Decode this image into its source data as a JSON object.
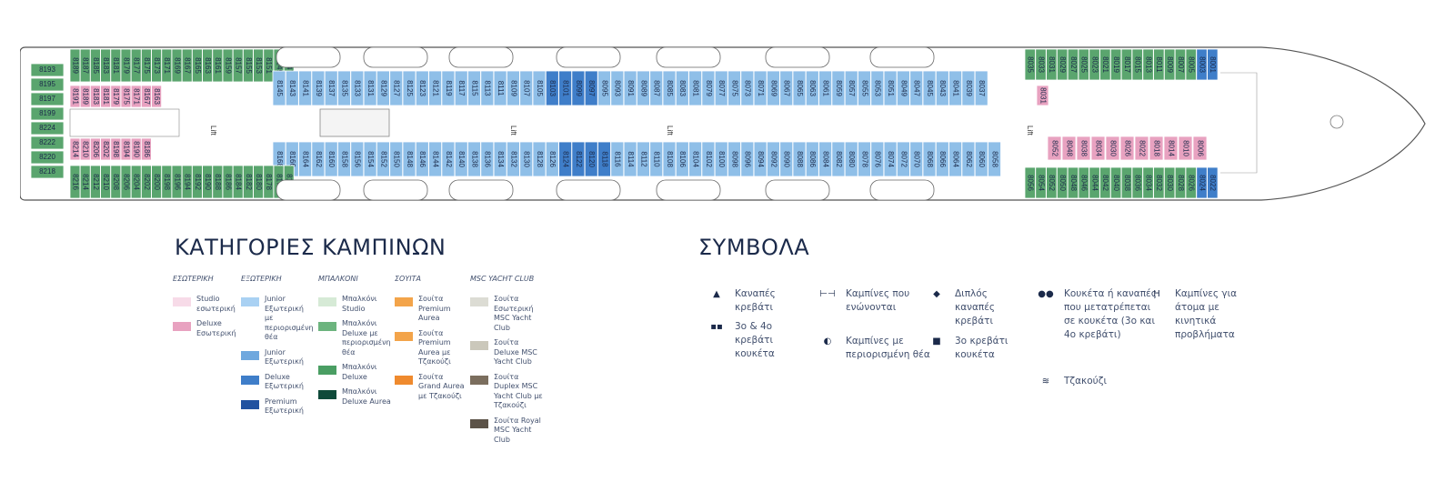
{
  "deck": {
    "top_cabins": [
      "8189",
      "8187",
      "8185",
      "8183",
      "8181",
      "8179",
      "8177",
      "8175",
      "8173",
      "8171",
      "8169",
      "8167",
      "8165",
      "8163",
      "8161",
      "8159",
      "8157",
      "8155",
      "8153",
      "8151",
      "8149",
      "8147"
    ],
    "top_row2": [
      "8145",
      "8143",
      "8141",
      "8139",
      "8137",
      "8135",
      "8133",
      "8131",
      "8129",
      "8127",
      "8125",
      "8123",
      "8121",
      "8119",
      "8117",
      "8115",
      "8113",
      "8111",
      "8109",
      "8107",
      "8105",
      "8103",
      "8101",
      "8099",
      "8097",
      "8095",
      "8093",
      "8091",
      "8089",
      "8087",
      "8085",
      "8083",
      "8081",
      "8079",
      "8077",
      "8075",
      "8073",
      "8071",
      "8069",
      "8067",
      "8065",
      "8063",
      "8061",
      "8059",
      "8057",
      "8055",
      "8053",
      "8051",
      "8049",
      "8047",
      "8045",
      "8043",
      "8041",
      "8039",
      "8037"
    ],
    "bottom_row2": [
      "8168",
      "8166",
      "8164",
      "8162",
      "8160",
      "8158",
      "8156",
      "8154",
      "8152",
      "8150",
      "8148",
      "8146",
      "8144",
      "8142",
      "8140",
      "8138",
      "8136",
      "8134",
      "8132",
      "8130",
      "8128",
      "8126",
      "8124",
      "8122",
      "8120",
      "8118",
      "8116",
      "8114",
      "8112",
      "8110",
      "8108",
      "8106",
      "8104",
      "8102",
      "8100",
      "8098",
      "8096",
      "8094",
      "8092",
      "8090",
      "8088",
      "8086",
      "8084",
      "8082",
      "8080",
      "8078",
      "8076",
      "8074",
      "8072",
      "8070",
      "8068",
      "8066",
      "8064",
      "8062",
      "8060",
      "8058"
    ],
    "bottom_cabins": [
      "8216",
      "8214",
      "8212",
      "8210",
      "8208",
      "8206",
      "8204",
      "8202",
      "8200",
      "8198",
      "8196",
      "8194",
      "8192",
      "8190",
      "8188",
      "8186",
      "8184",
      "8182",
      "8180",
      "8178",
      "8176",
      "8174",
      "8172",
      "8170"
    ],
    "aft_side": [
      "8193",
      "8195",
      "8197",
      "8199",
      "8224",
      "8222",
      "8220",
      "8218"
    ],
    "fwd_top": [
      "8035",
      "8033",
      "8031",
      "8029",
      "8027",
      "8025",
      "8023",
      "8021",
      "8019",
      "8017",
      "8015",
      "8013",
      "8011",
      "8009",
      "8007",
      "8005",
      "8003",
      "8001"
    ],
    "fwd_bottom": [
      "8056",
      "8054",
      "8052",
      "8050",
      "8048",
      "8046",
      "8044",
      "8042",
      "8040",
      "8038",
      "8036",
      "8034",
      "8032",
      "8030",
      "8028",
      "8026",
      "8024",
      "8022",
      "8020",
      "8018",
      "8016",
      "8014",
      "8012",
      "8010",
      "8008",
      "8006",
      "8004",
      "8002"
    ],
    "lift_label": "Lift"
  },
  "categories": {
    "title": "ΚΑΤΗΓΟΡΙΕΣ ΚΑΜΠΙΝΩΝ",
    "columns": [
      {
        "head": "ΕΣΩΤΕΡΙΚΗ",
        "items": [
          {
            "label": "Studio εσωτερική",
            "color": "#f7dbe8"
          },
          {
            "label": "Deluxe Εσωτερική",
            "color": "#e8a2c0"
          }
        ]
      },
      {
        "head": "ΕΞΩΤΕΡΙΚΗ",
        "items": [
          {
            "label": "Junior Εξωτερική με περιορισμένη θέα",
            "color": "#a9d1f3"
          },
          {
            "label": "Junior Εξωτερική",
            "color": "#6fa8de"
          },
          {
            "label": "Deluxe Εξωτερική",
            "color": "#3f7ec9"
          },
          {
            "label": "Premium Εξωτερική",
            "color": "#2152a0"
          }
        ]
      },
      {
        "head": "ΜΠΑΛΚΟΝΙ",
        "items": [
          {
            "label": "Μπαλκόνι Studio",
            "color": "#d6ead6"
          },
          {
            "label": "Μπαλκόνι Deluxe με περιορισμένη θέα",
            "color": "#6cb47e"
          },
          {
            "label": "Μπαλκόνι Deluxe",
            "color": "#4a9e63"
          },
          {
            "label": "Μπαλκόνι Deluxe Aurea",
            "color": "#0f4a3a"
          }
        ]
      },
      {
        "head": "ΣΟΥΙΤΑ",
        "items": [
          {
            "label": "Σουίτα Premium Aurea",
            "color": "#f3a44a"
          },
          {
            "label": "Σουίτα Premium Aurea με Τζακούζι",
            "color": "#f3a44a"
          },
          {
            "label": "Σουίτα Grand Aurea με Τζακούζι",
            "color": "#ef8a2e"
          }
        ]
      },
      {
        "head": "MSC YACHT CLUB",
        "items": [
          {
            "label": "Σουίτα Εσωτερική MSC Yacht Club",
            "color": "#dcdcd4"
          },
          {
            "label": "Σουίτα Deluxe MSC Yacht Club",
            "color": "#cbc8bb"
          },
          {
            "label": "Σουίτα Duplex MSC Yacht Club με Τζακούζι",
            "color": "#7b6e5e"
          },
          {
            "label": "Σουίτα Royal MSC Yacht Club",
            "color": "#5c5348"
          }
        ]
      }
    ]
  },
  "symbols": {
    "title": "ΣΥΜΒΟΛΑ",
    "items": [
      {
        "icon": "▲",
        "label": "Καναπές κρεβάτι",
        "name": "sofa-bed-icon"
      },
      {
        "icon": "▪▪",
        "label": "3ο & 4ο κρεβάτι κουκέτα",
        "name": "third-fourth-bunk-icon"
      },
      {
        "icon": "⊢⊣",
        "label": "Καμπίνες που ενώνονται",
        "name": "connecting-cabins-icon"
      },
      {
        "icon": "◐",
        "label": "Καμπίνες με περιορισμένη θέα",
        "name": "restricted-view-icon"
      },
      {
        "icon": "◆",
        "label": "Διπλός καναπές κρεβάτι",
        "name": "double-sofa-bed-icon"
      },
      {
        "icon": "■",
        "label": "3ο κρεβάτι κουκέτα",
        "name": "third-bunk-icon"
      },
      {
        "icon": "●●",
        "label": "Κουκέτα ή καναπές που μετατρέπεται σε κουκέτα (3ο και 4ο κρεβάτι)",
        "name": "convertible-bunk-icon"
      },
      {
        "icon": "≋",
        "label": "Τζακούζι",
        "name": "jacuzzi-icon"
      },
      {
        "icon": "H",
        "label": "Καμπίνες για άτομα με κινητικά προβλήματα",
        "name": "accessible-cabin-icon"
      }
    ]
  }
}
